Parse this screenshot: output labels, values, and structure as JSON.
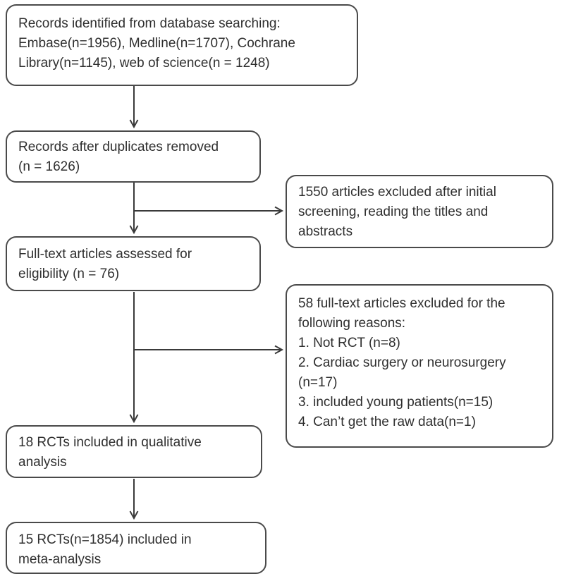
{
  "style": {
    "border_color": "#4a4a4a",
    "line_color": "#3a3a3a",
    "text_color": "#2f2f2f",
    "background": "#ffffff"
  },
  "flowchart": {
    "boxes": {
      "records_identified": "Records identified from database searching:\nEmbase(n=1956), Medline(n=1707), Cochrane\nLibrary(n=1145), web of science(n = 1248)",
      "duplicates_removed": "Records after duplicates removed\n(n = 1626)",
      "initial_screening_excluded": "1550 articles excluded after initial\nscreening, reading the titles and\nabstracts",
      "fulltext_assessed": "Full-text articles assessed for\neligibility (n = 76)",
      "fulltext_excluded": "58 full-text articles excluded for the\nfollowing reasons:\n1. Not RCT (n=8)\n2. Cardiac surgery or neurosurgery\n(n=17)\n3. included young patients(n=15)\n4. Can’t get the raw data(n=1)",
      "qualitative_analysis": "18 RCTs included in qualitative\nanalysis",
      "meta_analysis": "15 RCTs(n=1854) included in\nmeta-analysis"
    }
  }
}
